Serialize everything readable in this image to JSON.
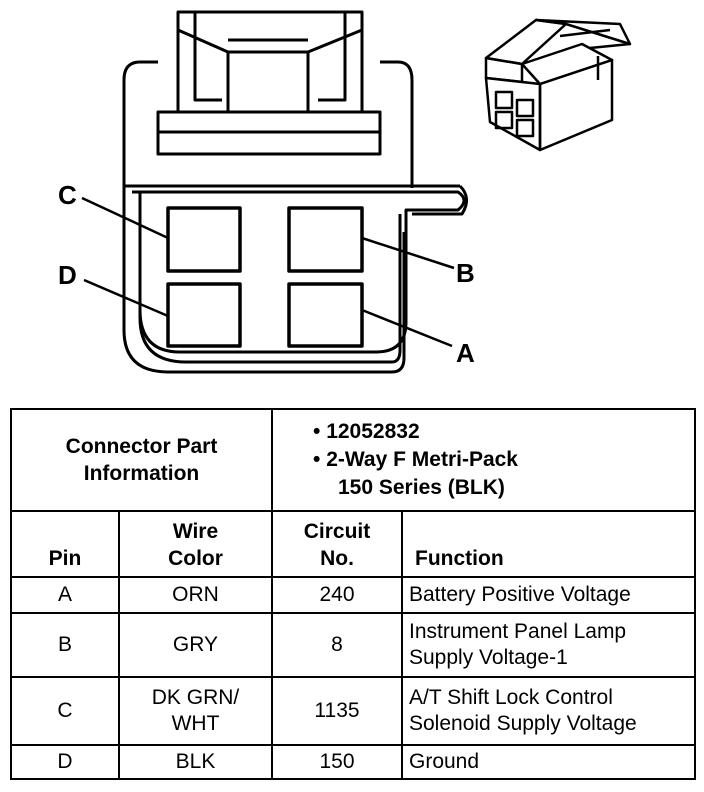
{
  "diagram": {
    "pin_labels": [
      "C",
      "D",
      "B",
      "A"
    ]
  },
  "table": {
    "info_label_line1": "Connector Part",
    "info_label_line2": "Information",
    "part_number": "12052832",
    "part_desc_line1": "2-Way F Metri-Pack",
    "part_desc_line2": "150 Series (BLK)",
    "bullet": "•",
    "headers": {
      "pin": "Pin",
      "wire_line1": "Wire",
      "wire_line2": "Color",
      "circuit_line1": "Circuit",
      "circuit_line2": "No.",
      "function": "Function"
    },
    "rows": [
      {
        "pin": "A",
        "wire1": "ORN",
        "wire2": "",
        "circuit": "240",
        "func1": "Battery Positive Voltage",
        "func2": ""
      },
      {
        "pin": "B",
        "wire1": "GRY",
        "wire2": "",
        "circuit": "8",
        "func1": "Instrument Panel Lamp",
        "func2": "Supply Voltage-1"
      },
      {
        "pin": "C",
        "wire1": "DK GRN/",
        "wire2": "WHT",
        "circuit": "1135",
        "func1": "A/T Shift Lock Control",
        "func2": "Solenoid Supply Voltage"
      },
      {
        "pin": "D",
        "wire1": "BLK",
        "wire2": "",
        "circuit": "150",
        "func1": "Ground",
        "func2": ""
      }
    ]
  }
}
